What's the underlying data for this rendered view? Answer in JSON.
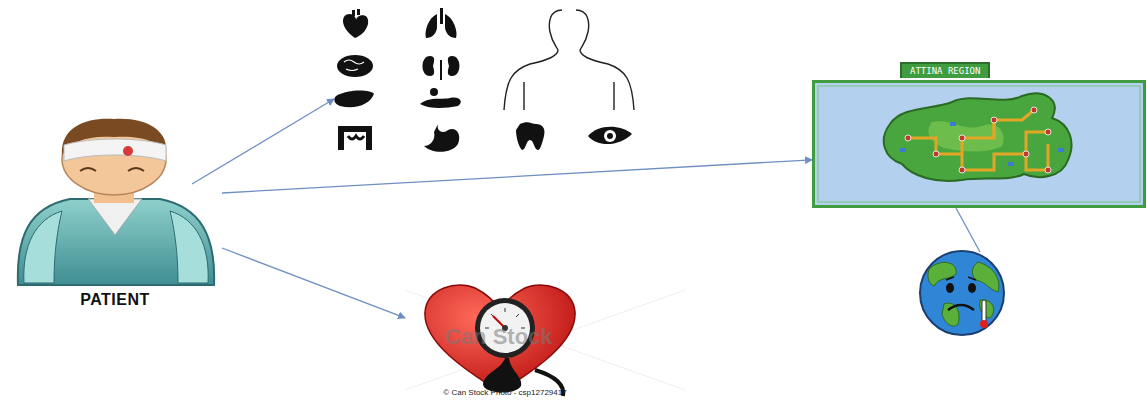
{
  "diagram": {
    "nodes": [
      {
        "text": [
          "PATIENT"
        ]
      },
      {
        "text": [
          "ATTINA REGION"
        ]
      },
      {
        "text": [
          "Can Stock",
          "© Can Stock Photo - csp12729417"
        ]
      }
    ],
    "edges": [
      {
        "from": 0,
        "to": 1,
        "arrow": "to"
      },
      {
        "from": 0,
        "to": 2,
        "arrow": "to"
      }
    ]
  }
}
